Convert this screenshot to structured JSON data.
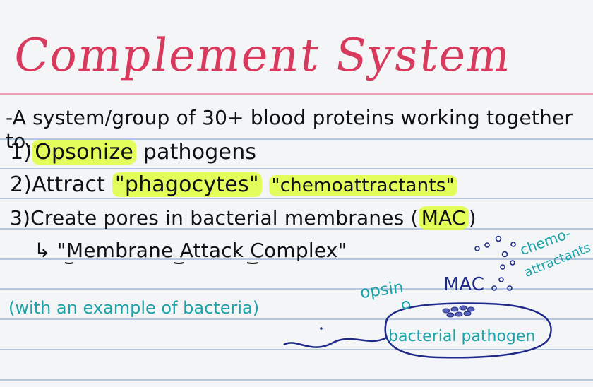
{
  "title": "Complement System",
  "definition": "-A system/group of 30+ blood proteins working together to...",
  "items": [
    {
      "num": "1)",
      "highlight": "Opsonize",
      "rest": " pathogens"
    },
    {
      "num": "2)",
      "pre": "Attract ",
      "hl1": "\"phagocytes\"",
      "mid": " ",
      "hl2": "\"chemoattractants\""
    },
    {
      "num": "3)",
      "pre": "Create pores in bacterial membranes (",
      "hl": "MAC",
      "post": ")"
    }
  ],
  "mac_full": "↳ \"Membrane Attack Complex\"",
  "note": "(with an example of bacteria)",
  "diagram": {
    "opsonin": "opsin",
    "mac": "MAC",
    "chemo": "chemo-",
    "attractants": "attractants",
    "pathogen": "bacterial pathogen"
  },
  "colors": {
    "title": "#d83a5e",
    "highlight": "#dfff35",
    "teal": "#1aa3a8",
    "navy": "#1f2a88"
  }
}
